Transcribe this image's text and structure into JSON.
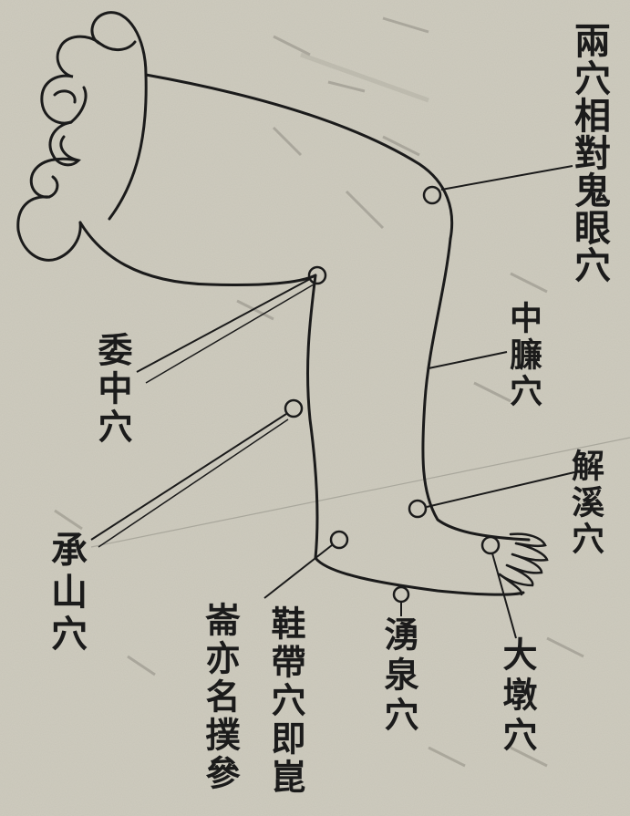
{
  "labels": {
    "guiyan": "兩穴相對鬼眼穴",
    "zhonglian": "中臁穴",
    "weizhong": "委中穴",
    "chengshan": "承山穴",
    "jiexi": "解溪穴",
    "xiedai_a": "鞋帶穴即崑",
    "xiedai_b": "崙亦名撲參",
    "yongquan": "湧泉穴",
    "taidun": "大墩穴"
  },
  "colors": {
    "paper": "#cfccbf",
    "ink": "#1b1b1b",
    "faint_ink": "#9a978c"
  }
}
